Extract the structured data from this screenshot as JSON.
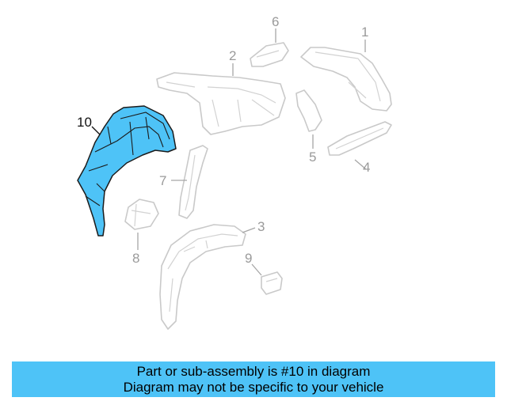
{
  "callouts": {
    "c1": "1",
    "c2": "2",
    "c3": "3",
    "c4": "4",
    "c5": "5",
    "c6": "6",
    "c7": "7",
    "c8": "8",
    "c9": "9",
    "c10": "10"
  },
  "highlighted_part": "10",
  "colors": {
    "highlight": "#4ec3f7",
    "banner": "#4ec3f7",
    "ghost_outline": "#c9c9c9"
  },
  "banner": {
    "line1": "Part or sub-assembly is #10 in diagram",
    "line2": "Diagram may not be specific to your vehicle"
  }
}
